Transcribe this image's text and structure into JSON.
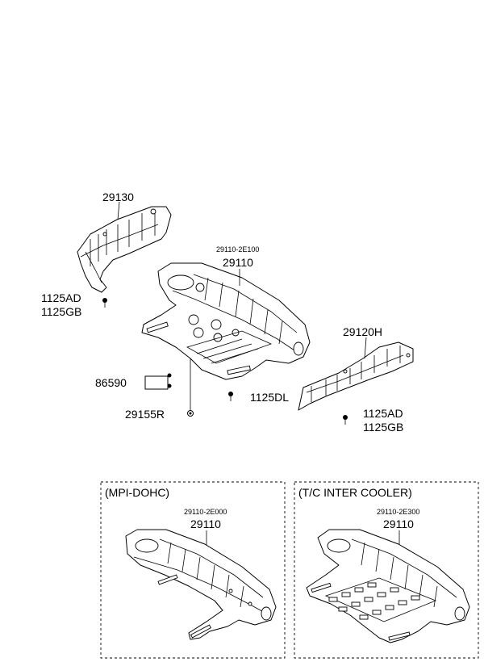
{
  "labels": {
    "p29130": "29130",
    "p29110_sub": "29110-2E100",
    "p29110": "29110",
    "p1125AD_left": "1125AD",
    "p1125GB_left": "1125GB",
    "p29120H": "29120H",
    "p86590": "86590",
    "p1125DL": "1125DL",
    "p29155R": "29155R",
    "p1125AD_right": "1125AD",
    "p1125GB_right": "1125GB"
  },
  "variants": [
    {
      "title": "(MPI-DOHC)",
      "sub_code": "29110-2E000",
      "part": "29110"
    },
    {
      "title": "(T/C INTER COOLER)",
      "sub_code": "29110-2E300",
      "part": "29110"
    }
  ]
}
